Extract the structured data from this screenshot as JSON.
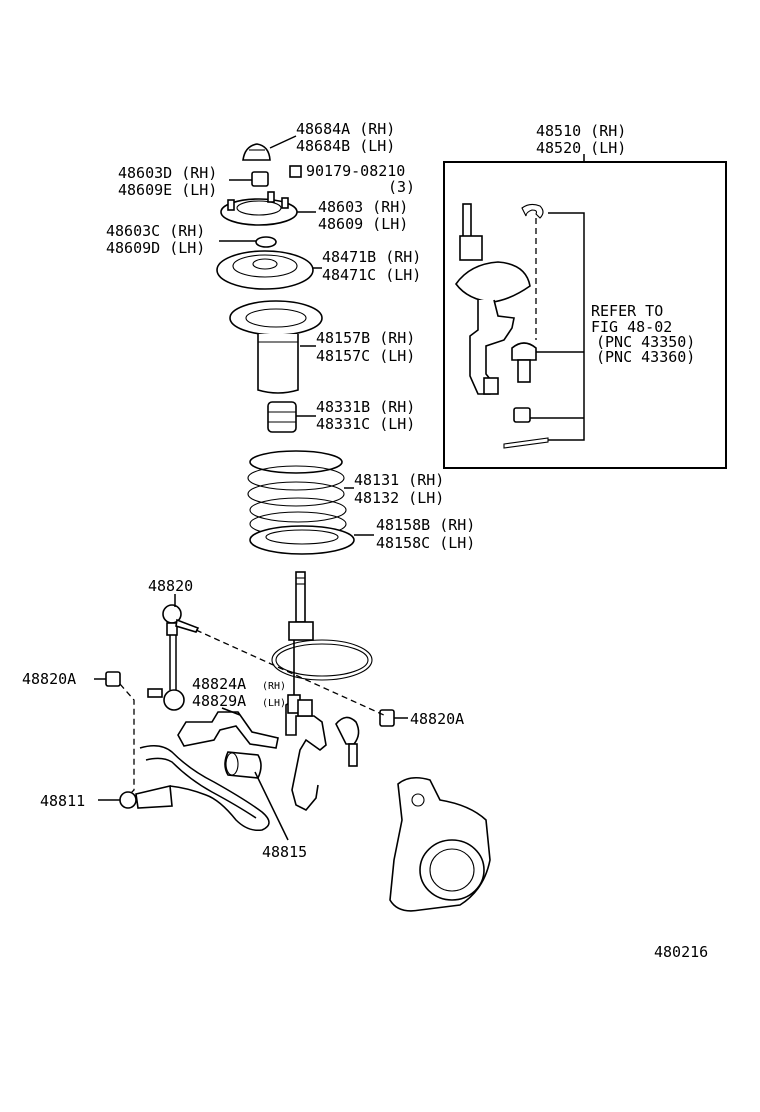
{
  "labels": {
    "p48684": [
      "48684A (RH)",
      "48684B (LH)"
    ],
    "p48603d": [
      "48603D (RH)",
      "48609E (LH)"
    ],
    "p90179": [
      "90179-08210",
      "(3)"
    ],
    "p48603": [
      "48603 (RH)",
      "48609 (LH)"
    ],
    "p48603c": [
      "48603C (RH)",
      "48609D (LH)"
    ],
    "p48471": [
      "48471B (RH)",
      "48471C (LH)"
    ],
    "p48157": [
      "48157B (RH)",
      "48157C (LH)"
    ],
    "p48331": [
      "48331B (RH)",
      "48331C (LH)"
    ],
    "p48131": [
      "48131 (RH)",
      "48132 (LH)"
    ],
    "p48158": [
      "48158B (RH)",
      "48158C (LH)"
    ],
    "p48510": [
      "48510 (RH)",
      "48520 (LH)"
    ],
    "refer": [
      "REFER TO",
      "FIG 48-02",
      "(PNC 43350)",
      "(PNC 43360)"
    ],
    "p48820": "48820",
    "p48820a_left": "48820A",
    "p48820a_right": "48820A",
    "p48824a": "48824A",
    "p48824a_side": "(RH)",
    "p48829a": "48829A",
    "p48829a_side": "(LH)",
    "p48811": "48811",
    "p48815": "48815",
    "figure_id": "480216"
  }
}
